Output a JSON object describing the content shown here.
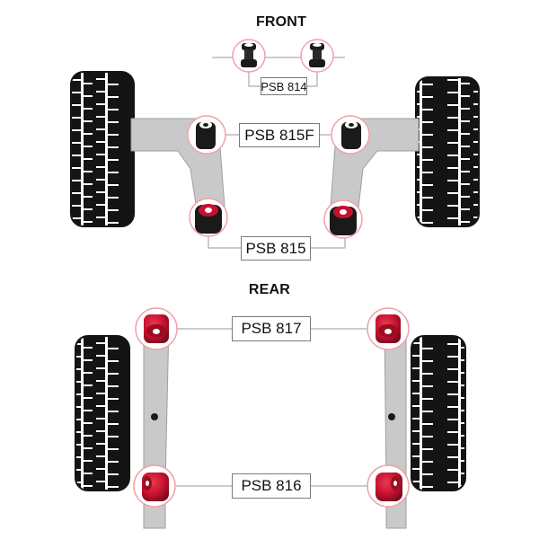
{
  "sections": {
    "front_title": "FRONT",
    "rear_title": "REAR"
  },
  "parts": {
    "psb814": "PSB 814",
    "psb815f": "PSB 815F",
    "psb815": "PSB 815",
    "psb817": "PSB 817",
    "psb816": "PSB 816"
  },
  "colors": {
    "bush_red": "#c8102e",
    "bush_black": "#1a1a1a",
    "arm_grey": "#c9c9c9",
    "tyre_black": "#141414",
    "highlight_ring": "#f2a0a8"
  }
}
